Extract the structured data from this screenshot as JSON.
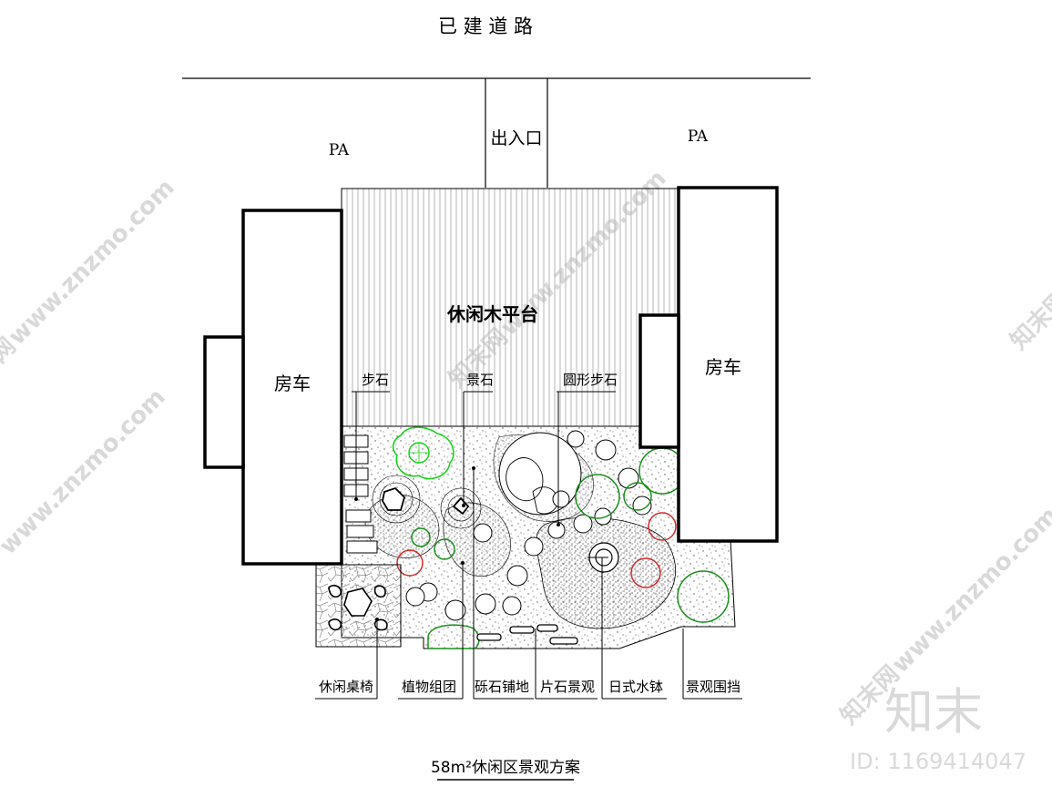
{
  "title": "58m²休闲区景观方案",
  "road_label": "已 建 道 路",
  "entrance_label": "出入口",
  "pa_left": "PA",
  "pa_right": "PA",
  "deck_label": "休闲木平台",
  "rv_left_label": "房车",
  "rv_right_label": "房车",
  "top_callouts": {
    "stepping_stones": "步石",
    "feature_rock": "景石",
    "round_stepping_stones": "圆形步石"
  },
  "bottom_callouts": {
    "table_chairs": "休闲桌椅",
    "plant_group": "植物组团",
    "gravel_paving": "砾石铺地",
    "slate_feature": "片石景观",
    "japanese_basin": "日式水钵",
    "landscape_wall": "景观围挡"
  },
  "watermark": {
    "site": "www.znzmo.com",
    "brand": "知末网",
    "logo": "知末",
    "id": "ID: 1169414047"
  },
  "colors": {
    "ink": "#000000",
    "deck_hatch": "#b5b5b5",
    "tree_green": "#1a8f1a",
    "bright_green": "#19d219",
    "shrub_red": "#d42a2a",
    "watermark": "#d9d9d9"
  }
}
